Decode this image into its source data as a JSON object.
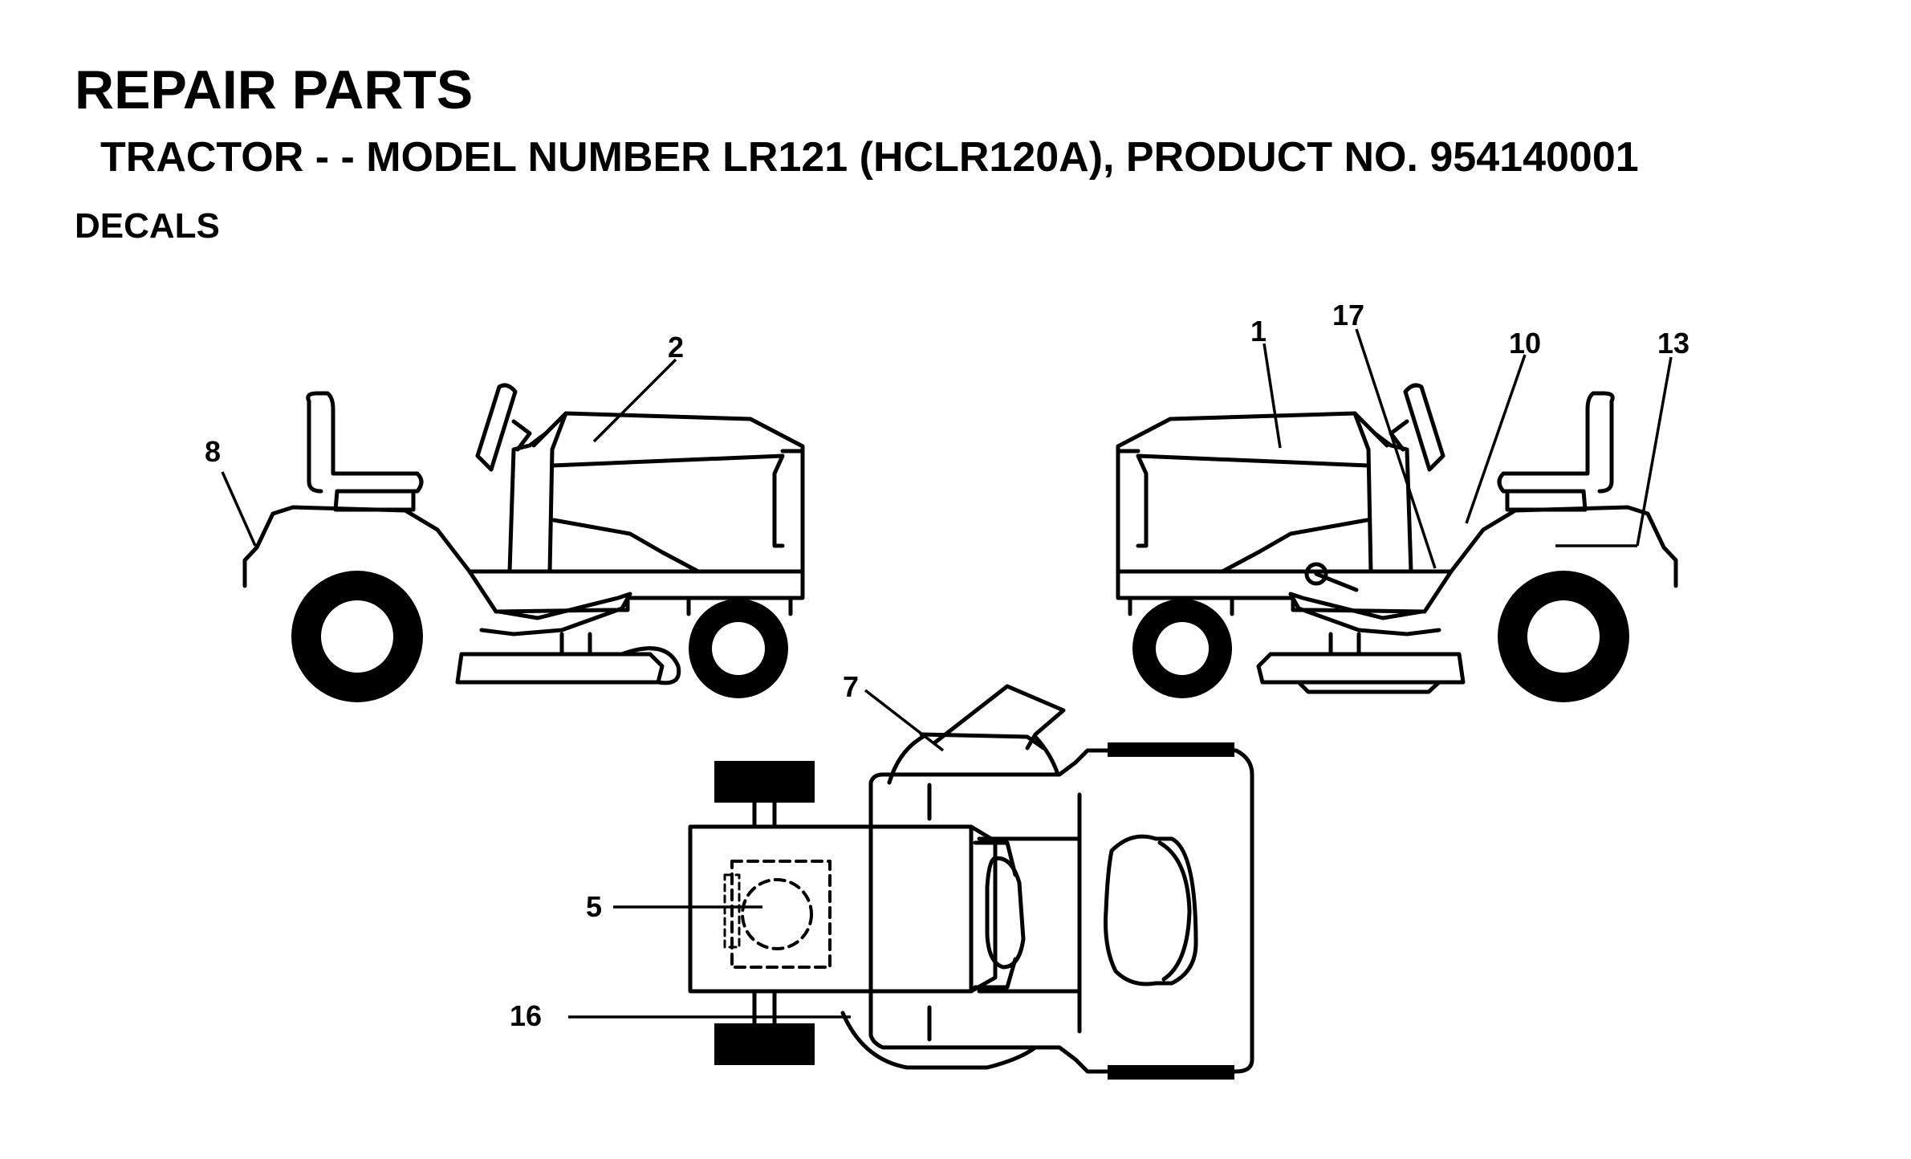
{
  "header": {
    "title": "REPAIR PARTS",
    "subtitle": "TRACTOR - - MODEL NUMBER LR121 (HCLR120A), PRODUCT NO. 954140001",
    "section": "DECALS"
  },
  "callouts": {
    "c1": "1",
    "c2": "2",
    "c5": "5",
    "c7": "7",
    "c8": "8",
    "c10": "10",
    "c13": "13",
    "c16": "16",
    "c17": "17"
  },
  "colors": {
    "ink": "#000000",
    "paper": "#ffffff"
  }
}
